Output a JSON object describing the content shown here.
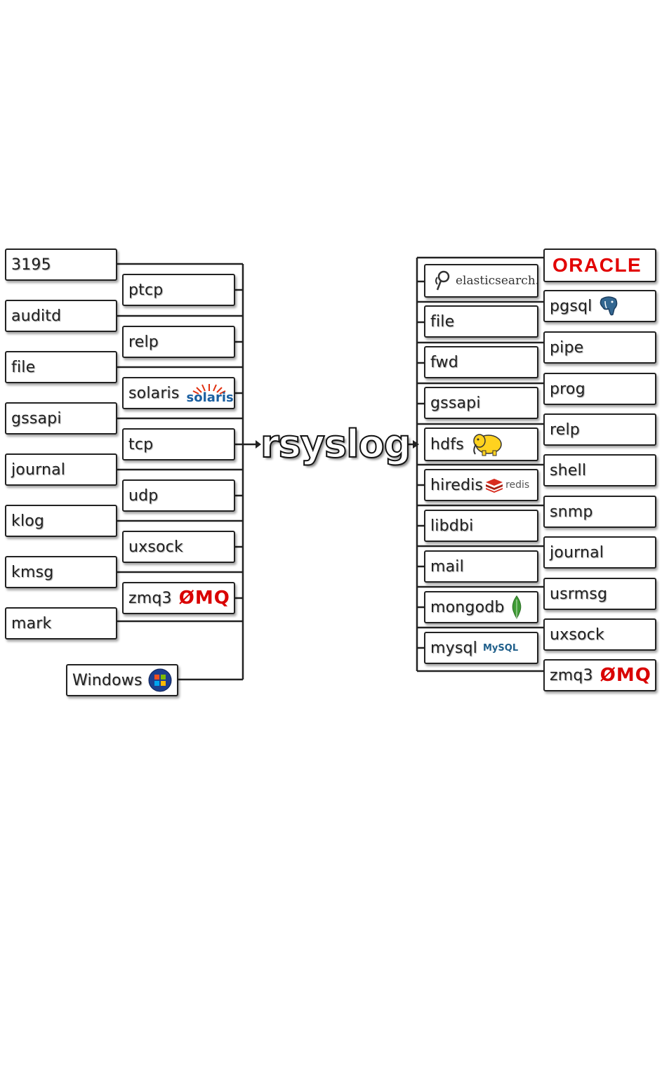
{
  "center": {
    "title": "rsyslog"
  },
  "inputs": {
    "outer": [
      "3195",
      "auditd",
      "file",
      "gssapi",
      "journal",
      "klog",
      "kmsg",
      "mark"
    ],
    "inner": [
      "ptcp",
      "relp",
      "solaris",
      "tcp",
      "udp",
      "uxsock",
      "zmq3"
    ],
    "windows": "Windows"
  },
  "outputs": {
    "inner": [
      "elasticsearch.",
      "file",
      "fwd",
      "gssapi",
      "hdfs",
      "hiredis",
      "libdbi",
      "mail",
      "mongodb",
      "mysql"
    ],
    "outer": [
      "ORACLE",
      "pgsql",
      "pipe",
      "prog",
      "relp",
      "shell",
      "snmp",
      "journal",
      "usrmsg",
      "uxsock",
      "zmq3"
    ]
  },
  "logos": {
    "zmq": "ØMQ",
    "solaris": "solaris",
    "redis": "redis",
    "mysql": "MySQL"
  },
  "colors": {
    "line": "#222222",
    "zmq": "#d90000",
    "oracle": "#e20000",
    "mongodb": "#3f9c35",
    "hdfs": "#ffd21f",
    "postgres": "#336791",
    "redis": "#d82c20"
  }
}
